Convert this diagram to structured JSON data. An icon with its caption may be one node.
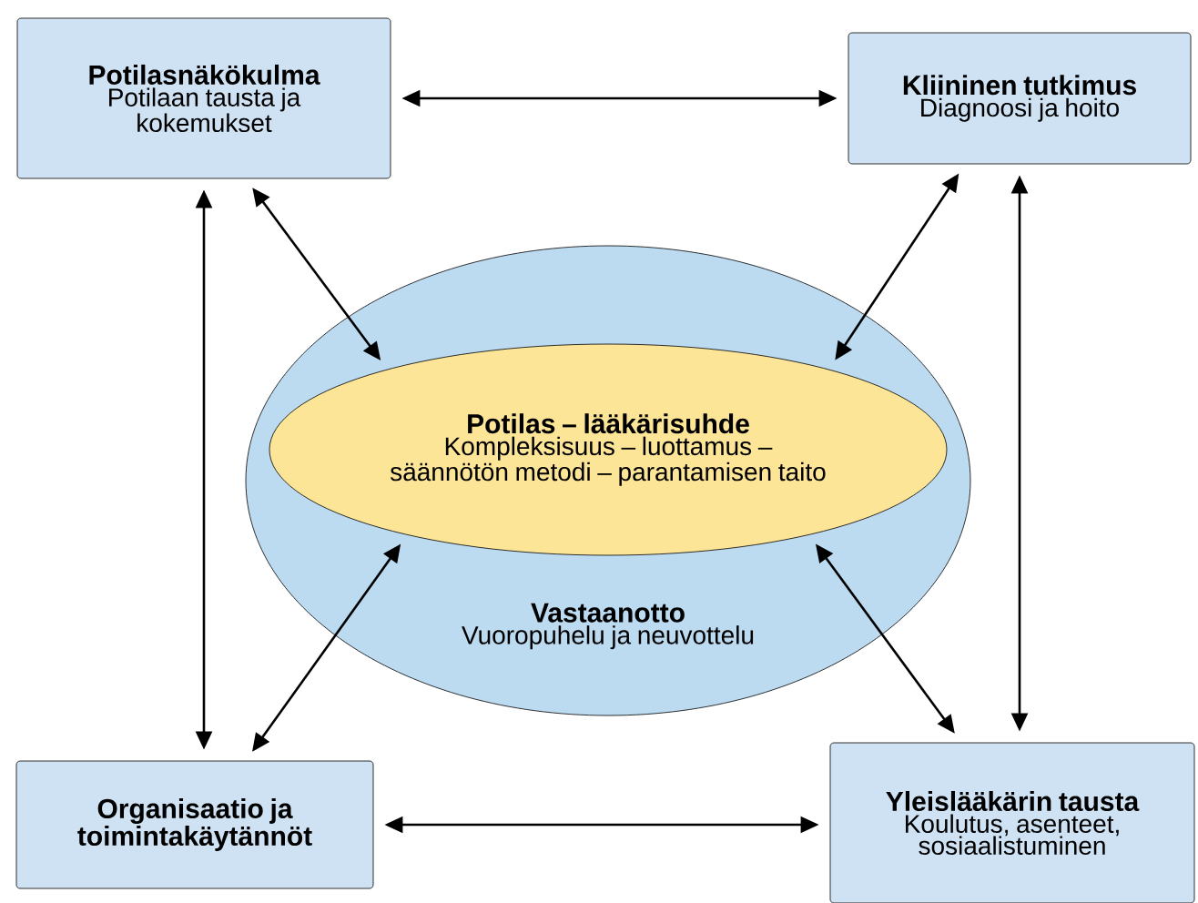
{
  "diagram": {
    "nodes": [
      {
        "text": [
          "Potilasnäkökulma",
          "Potilaan tausta ja kokemukset"
        ]
      },
      {
        "text": [
          "Kliininen tutkimus",
          "Diagnoosi ja hoito"
        ]
      },
      {
        "text": [
          "Vastaanotto",
          "Vuoropuhelu ja neuvottelu"
        ]
      },
      {
        "text": [
          "Potilas – lääkärisuhde",
          "Kompleksisuus – luottamus – säännötön metodi – parantamisen taito"
        ],
        "in": 2
      },
      {
        "text": [
          "Organisaatio ja toimintakäytännöt"
        ]
      },
      {
        "text": [
          "Yleislääkärin tausta",
          "Koulutus, asenteet, sosiaalistuminen"
        ]
      }
    ],
    "edges": [
      {
        "from": 0,
        "to": 1,
        "arrow": "both"
      },
      {
        "from": 0,
        "to": 4,
        "arrow": "both"
      },
      {
        "from": 0,
        "to": 3,
        "arrow": "both"
      },
      {
        "from": 1,
        "to": 3,
        "arrow": "both"
      },
      {
        "from": 1,
        "to": 5,
        "arrow": "both"
      },
      {
        "from": 4,
        "to": 3,
        "arrow": "both"
      },
      {
        "from": 5,
        "to": 3,
        "arrow": "both"
      },
      {
        "from": 4,
        "to": 5,
        "arrow": "both"
      }
    ]
  }
}
